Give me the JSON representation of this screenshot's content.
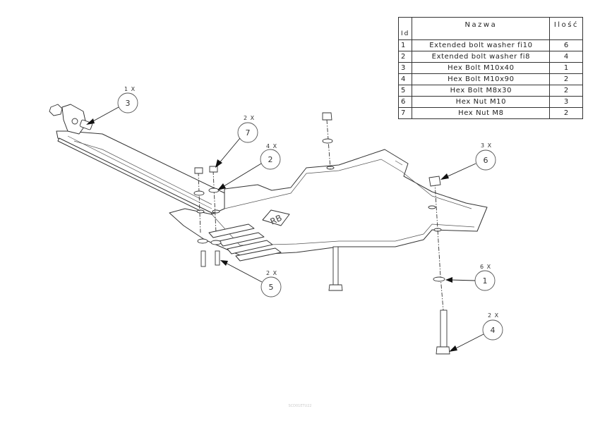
{
  "table": {
    "header": {
      "id": "Id",
      "name": "Nazwa",
      "qty": "Ilość"
    },
    "rows": [
      {
        "id": "1",
        "name": "Extended bolt washer fi10",
        "qty": "6"
      },
      {
        "id": "2",
        "name": "Extended bolt washer fi8",
        "qty": "4"
      },
      {
        "id": "3",
        "name": "Hex Bolt M10x40",
        "qty": "1"
      },
      {
        "id": "4",
        "name": "Hex Bolt M10x90",
        "qty": "2"
      },
      {
        "id": "5",
        "name": "Hex Bolt M8x30",
        "qty": "2"
      },
      {
        "id": "6",
        "name": "Hex Nut M10",
        "qty": "3"
      },
      {
        "id": "7",
        "name": "Hex Nut M8",
        "qty": "2"
      }
    ]
  },
  "callouts": [
    {
      "id": "3",
      "qty": "1 X"
    },
    {
      "id": "7",
      "qty": "2 X"
    },
    {
      "id": "2",
      "qty": "4 X"
    },
    {
      "id": "6",
      "qty": "3 X"
    },
    {
      "id": "5",
      "qty": "2 X"
    },
    {
      "id": "1",
      "qty": "6 X"
    },
    {
      "id": "4",
      "qty": "2 X"
    }
  ],
  "footer": "SCD01ETU22",
  "colors": {
    "line": "#333333",
    "background": "#ffffff"
  }
}
